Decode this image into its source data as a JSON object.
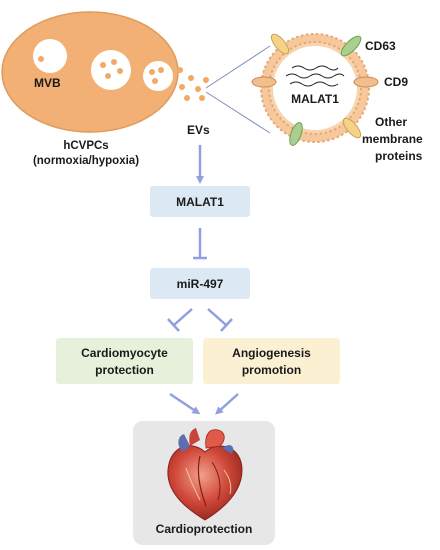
{
  "cell": {
    "mvb_label": "MVB",
    "caption_line1": "hCVPCs",
    "caption_line2": "(normoxia/hypoxia)"
  },
  "evs_label": "EVs",
  "vesicle": {
    "cargo_label": "MALAT1",
    "proteins": [
      "CD63",
      "CD9",
      "Other",
      "membrane",
      "proteins"
    ]
  },
  "pathway": {
    "lncrna": "MALAT1",
    "mirna": "miR-497",
    "outcome_left_line1": "Cardiomyocyte",
    "outcome_left_line2": "protection",
    "outcome_right_line1": "Angiogenesis",
    "outcome_right_line2": "promotion",
    "final": "Cardioprotection"
  },
  "colors": {
    "cell_fill": "#f3b074",
    "cell_border": "#e09a5a",
    "ev_dot": "#f2a867",
    "box_blue": "#dce9f5",
    "box_green": "#e6f0da",
    "box_yellow": "#fbf0d2",
    "box_grey": "#e7e7e7",
    "arrow": "#8f9fe0",
    "cd63_protein": "#a9d08e",
    "cd9_protein": "#f3be8e",
    "other_protein": "#f5d28a"
  }
}
